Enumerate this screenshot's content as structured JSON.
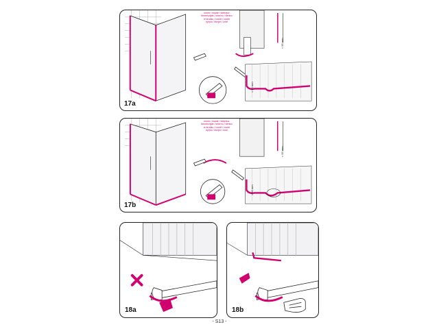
{
  "steps": [
    {
      "label": "17a",
      "note_lines": [
        "innen / inside / intérieur",
        "binnenzijde / interno / dentro",
        "w środku / uvnitř / vnútri",
        "нутри / вътре / inne"
      ],
      "dimension_labels": [
        "≈ 95 mm",
        "≈ 90 mm"
      ]
    },
    {
      "label": "17b",
      "note_lines": [
        "innen / inside / intérieur",
        "binnenzijde / interno / dentro",
        "w środku / uvnitř / vnútri",
        "нутри / вътре / inne"
      ],
      "dimension_labels": [
        "≈ 95 mm",
        "≈ 90 mm"
      ]
    },
    {
      "label": "18a"
    },
    {
      "label": "18b"
    }
  ],
  "page_number": "- S13 -",
  "colors": {
    "accent": "#d0006f",
    "line": "#222222",
    "glass": "#f4f4f6"
  }
}
